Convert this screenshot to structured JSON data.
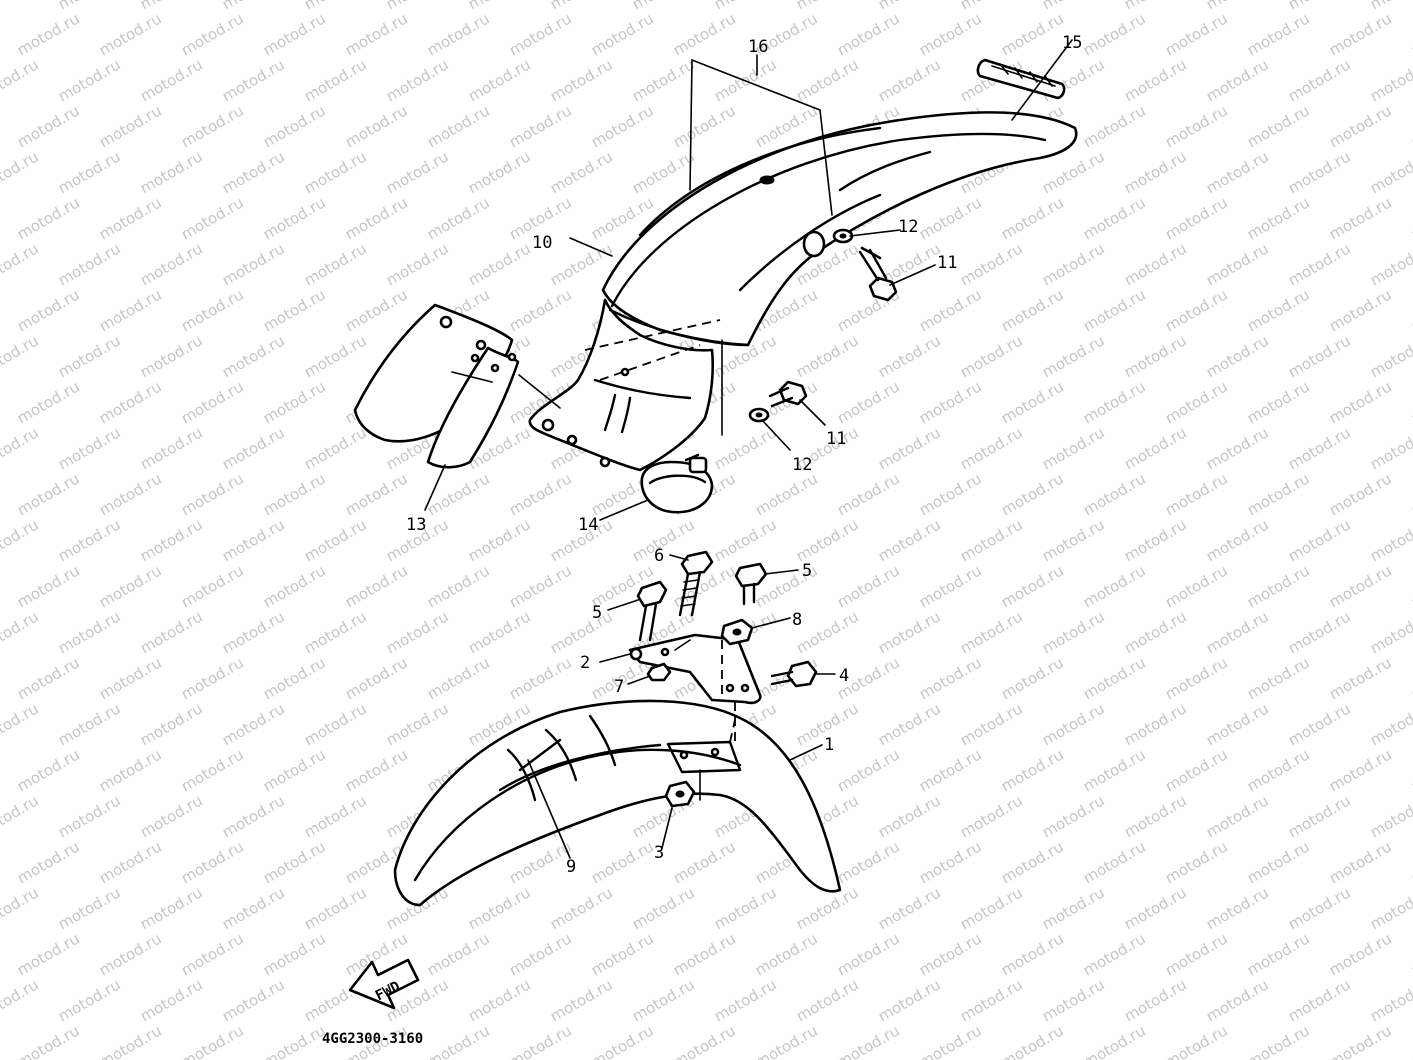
{
  "watermark": "motod.ru",
  "drawing_code": "4GG2300-3160",
  "fwd_label": "FWD",
  "callouts": {
    "c1": "1",
    "c2": "2",
    "c3": "3",
    "c4": "4",
    "c5a": "5",
    "c5b": "5",
    "c6": "6",
    "c7": "7",
    "c8": "8",
    "c9": "9",
    "c10": "10",
    "c11a": "11",
    "c11b": "11",
    "c12a": "12",
    "c12b": "12",
    "c13": "13",
    "c14": "14",
    "c15": "15",
    "c16": "16"
  }
}
